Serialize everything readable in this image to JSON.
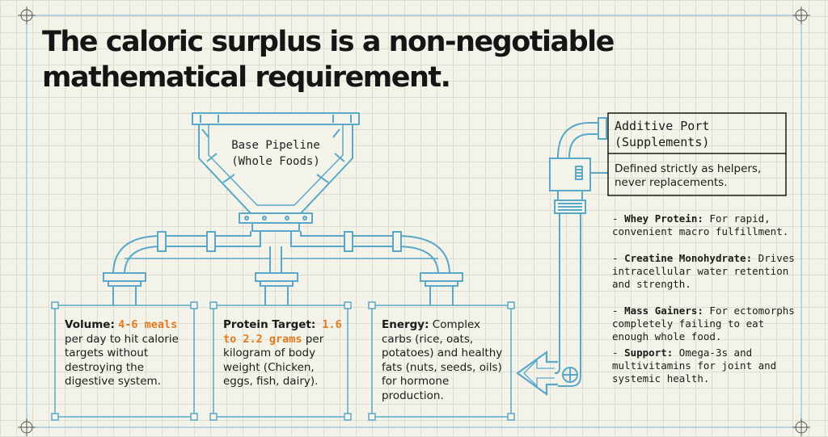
{
  "title": "The caloric surplus is a non-negotiable mathematical requirement.",
  "hopper": {
    "line1": "Base Pipeline",
    "line2": "(Whole Foods)"
  },
  "boxes": [
    {
      "label": "Volume:",
      "highlight": "4-6 meals",
      "text": " per day to hit calorie targets without destroying the digestive system."
    },
    {
      "label": "Protein Target:",
      "highlight": " 1.6 to 2.2 grams",
      "text": " per kilogram of body weight (Chicken, eggs, fish, dairy)."
    },
    {
      "label": "Energy:",
      "text": " Complex carbs (rice, oats, potatoes) and healthy fats (nuts, seeds, oils) for hormone production."
    }
  ],
  "additive_port": {
    "title_line1": "Additive Port",
    "title_line2": "(Supplements)",
    "description": "Defined strictly as helpers, never replacements."
  },
  "supplements": [
    {
      "dash": "- ",
      "name": "Whey Protein:",
      "text": " For rapid, convenient macro fulfillment."
    },
    {
      "dash": "- ",
      "name": "Creatine Monohydrate:",
      "text": " Drives intracellular water retention and strength."
    },
    {
      "dash": "- ",
      "name": "Mass Gainers:",
      "text": " For ectomorphs completely failing to eat enough whole food."
    },
    {
      "dash": "- ",
      "name": "Support:",
      "text": " Omega-3s and multivitamins for joint and systemic health."
    }
  ],
  "colors": {
    "pipe": "#6fb5d2",
    "pipe_dark": "#3f8fb2",
    "accent": "#e07b22",
    "ink": "#1a1a1a"
  }
}
